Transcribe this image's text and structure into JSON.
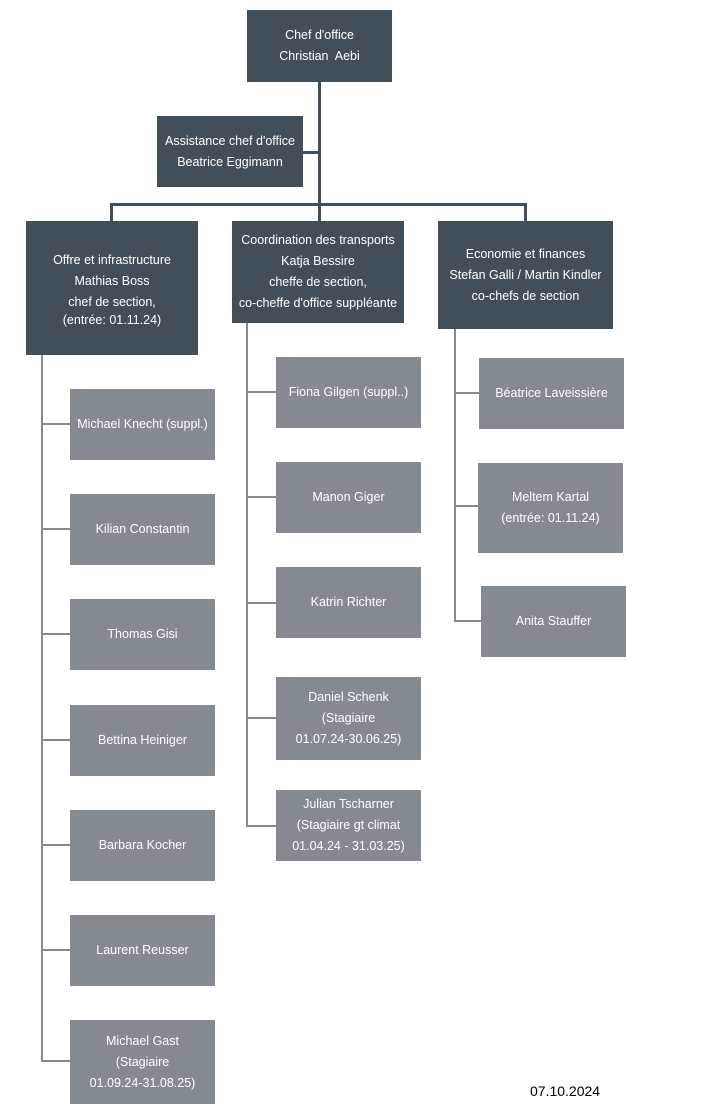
{
  "chief": {
    "title": "Chef d'office",
    "name": "Christian  Aebi"
  },
  "assistant": {
    "title": "Assistance chef d'office",
    "name": "Beatrice Eggimann"
  },
  "sections": [
    {
      "lines": [
        "Offre et infrastructure",
        "Mathias Boss",
        "chef de section,",
        "(entrée: 01.11.24)"
      ],
      "members": [
        [
          "Michael Knecht (suppl.)"
        ],
        [
          "Kilian Constantin"
        ],
        [
          "Thomas Gisi"
        ],
        [
          "Bettina Heiniger"
        ],
        [
          "Barbara Kocher"
        ],
        [
          "Laurent Reusser"
        ],
        [
          "Michael Gast",
          "(Stagiaire",
          "01.09.24-31.08.25)"
        ]
      ]
    },
    {
      "lines": [
        "Coordination des transports",
        "Katja Bessire",
        "cheffe de section,",
        "co-cheffe d'office suppléante"
      ],
      "members": [
        [
          "Fiona Gilgen (suppl..)"
        ],
        [
          "Manon Giger"
        ],
        [
          "Katrin Richter"
        ],
        [
          "Daniel Schenk",
          "(Stagiaire",
          "01.07.24-30.06.25)"
        ],
        [
          "Julian Tscharner",
          "(Stagiaire gt climat",
          "01.04.24 - 31.03.25)"
        ]
      ]
    },
    {
      "lines": [
        "Economie et finances",
        "Stefan Galli / Martin Kindler",
        "co-chefs de section"
      ],
      "members": [
        [
          "Béatrice Laveissière"
        ],
        [
          "Meltem Kartal",
          "(entrée: 01.11.24)"
        ],
        [
          "Anita Stauffer"
        ]
      ]
    }
  ],
  "date": "07.10.2024"
}
